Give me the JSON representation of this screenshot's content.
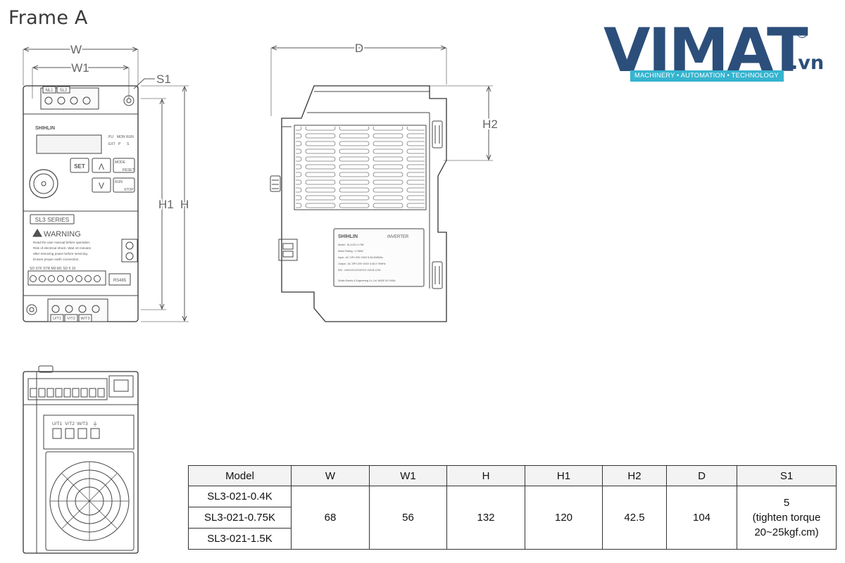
{
  "title": "Frame A",
  "logo": {
    "word": "VIMAT",
    "registered": "®",
    "domain": ".vn",
    "tagline": "MACHINERY • AUTOMATION • TECHNOLOGY",
    "brand_color": "#2c4e7a",
    "accent_color": "#35b4cf"
  },
  "front_view": {
    "dim_w": "W",
    "dim_w1": "W1",
    "dim_s1": "S1",
    "dim_h1": "H1",
    "dim_h": "H",
    "top_terminals": [
      "NL1",
      "SL2"
    ],
    "brand": "SHIHLIN",
    "leds": [
      "PU",
      "MON",
      "RUN",
      "EXT",
      "P",
      "S"
    ],
    "keys": {
      "set": "SET",
      "up": "Λ",
      "down": "V",
      "mode": "MODE",
      "reset": "RESET",
      "run": "RUN",
      "stop": "STOP"
    },
    "series": "SL3 SERIES",
    "warning_title": "WARNING",
    "warning_lines": [
      "Read the user manual before operation.",
      "Risk of electrical shock. Wait 10 minutes",
      "after removing power before servicing.",
      "Ensure proper earth connection."
    ],
    "io_label": "SD  STF STR  M0  M1  SD  5   10",
    "rs485": "RS485",
    "bottom_terminals": [
      "U/T1",
      "V/T2",
      "W/T3"
    ]
  },
  "side_view": {
    "dim_d": "D",
    "dim_h2": "H2",
    "label_brand": "SHIHLIN",
    "label_inverter": "INVERTER",
    "label_lines": [
      "Model     :  SL3-021-0.75K",
      "Motor Rating  :  0.75kW",
      "Input    :  AC 1PH 200~240V  8.3A  50/60Hz",
      "Output   :  AC 3PH 200~240V  4.5A  0~599Hz",
      "S/N      :  LMXXXXXXXXXXX          V00-B-1234",
      "Shihlin Electric & Engineering Co.,Ltd.     MADE IN CHINA"
    ]
  },
  "bottom_view": {
    "terminals": [
      "U/T1",
      "V/T2",
      "W/T3",
      "⏚"
    ]
  },
  "table": {
    "headers": [
      "Model",
      "W",
      "W1",
      "H",
      "H1",
      "H2",
      "D",
      "S1"
    ],
    "models": [
      "SL3-021-0.4K",
      "SL3-021-0.75K",
      "SL3-021-1.5K"
    ],
    "values": {
      "W": "68",
      "W1": "56",
      "H": "132",
      "H1": "120",
      "H2": "42.5",
      "D": "104"
    },
    "s1": [
      "5",
      "(tighten torque",
      "20~25kgf.cm)"
    ]
  }
}
